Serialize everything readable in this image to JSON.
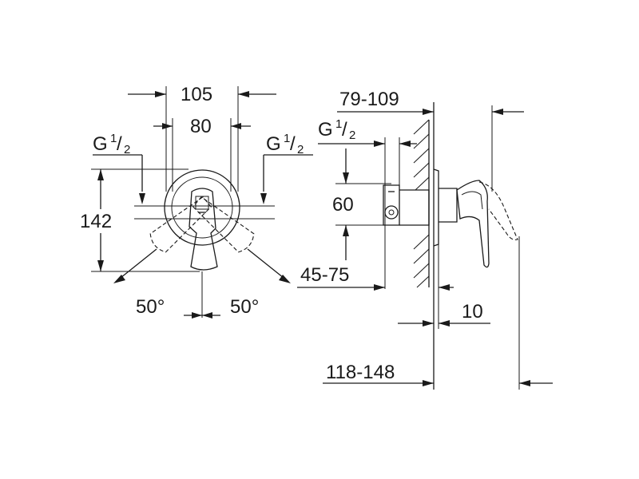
{
  "front_view": {
    "width_outer": "105",
    "width_inner": "80",
    "thread_left": {
      "base": "G",
      "num": "1",
      "den": "2"
    },
    "thread_right": {
      "base": "G",
      "num": "1",
      "den": "2"
    },
    "height": "142",
    "angle_left": "50°",
    "angle_right": "50°"
  },
  "side_view": {
    "wall_depth": "79-109",
    "thread": {
      "base": "G",
      "num": "1",
      "den": "2"
    },
    "height": "60",
    "recess": "45-75",
    "cover_offset": "10",
    "total_depth": "118-148"
  }
}
